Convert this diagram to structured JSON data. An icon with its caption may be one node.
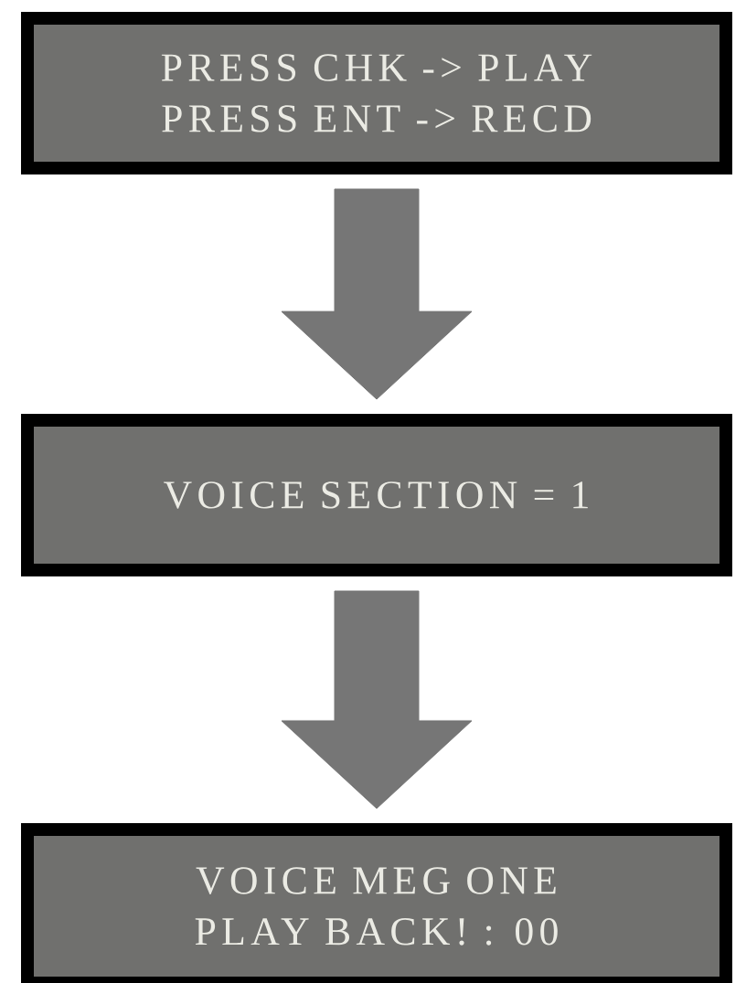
{
  "diagram": {
    "nodes": [
      {
        "text": [
          "PRESS CHK -> PLAY",
          "PRESS ENT -> RECD"
        ]
      },
      {
        "text": [
          "VOICE SECTION = 1"
        ]
      },
      {
        "text": [
          "VOICE MEG ONE",
          "PLAY BACK! : 00"
        ]
      }
    ],
    "edges": [
      {
        "from": 0,
        "to": 1,
        "arrow": "to"
      },
      {
        "from": 1,
        "to": 2,
        "arrow": "to"
      }
    ]
  }
}
